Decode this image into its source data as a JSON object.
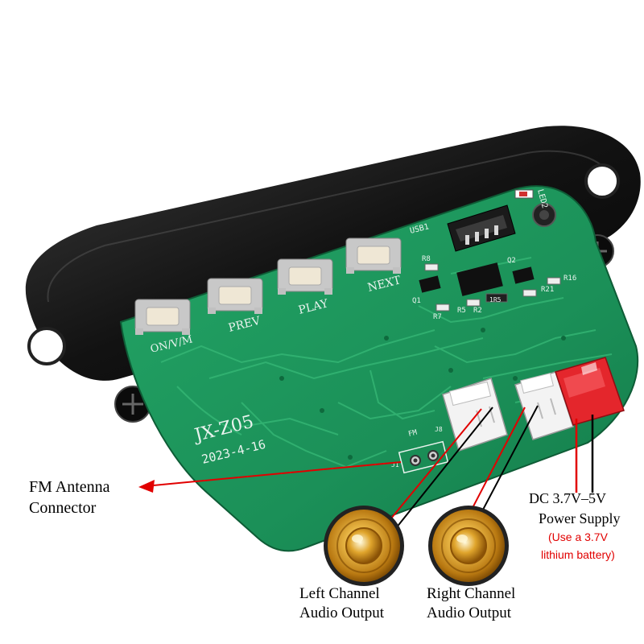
{
  "board": {
    "model": "JX-Z05",
    "date": "2023-4-16",
    "buttons": [
      "ON/V/M",
      "PREV",
      "PLAY",
      "NEXT"
    ],
    "silk_labels": {
      "fm": "FM",
      "j1": "J1",
      "j8": "J8",
      "usb": "USB1",
      "led": "LED2",
      "r8": "R8",
      "r7": "R7",
      "r5": "R5",
      "r2": "R2",
      "r21": "R21",
      "r16": "R16",
      "q1": "Q1",
      "q2": "Q2",
      "chip": "1R5"
    }
  },
  "annotations": {
    "fm_antenna": [
      "FM Antenna",
      "Connector"
    ],
    "left_channel": [
      "Left Channel",
      "Audio Output"
    ],
    "right_channel": [
      "Right Channel",
      "Audio Output"
    ],
    "power": [
      "DC 3.7V–5V",
      "Power Supply"
    ],
    "power_note": [
      "(Use a 3.7V",
      "lithium battery)"
    ]
  },
  "colors": {
    "pcb": "#1f9a5e",
    "housing": "#141414",
    "leader_red": "#e10000",
    "leader_black": "#000000",
    "note_red": "#e10000",
    "speaker_gold": "#d89a1c"
  }
}
